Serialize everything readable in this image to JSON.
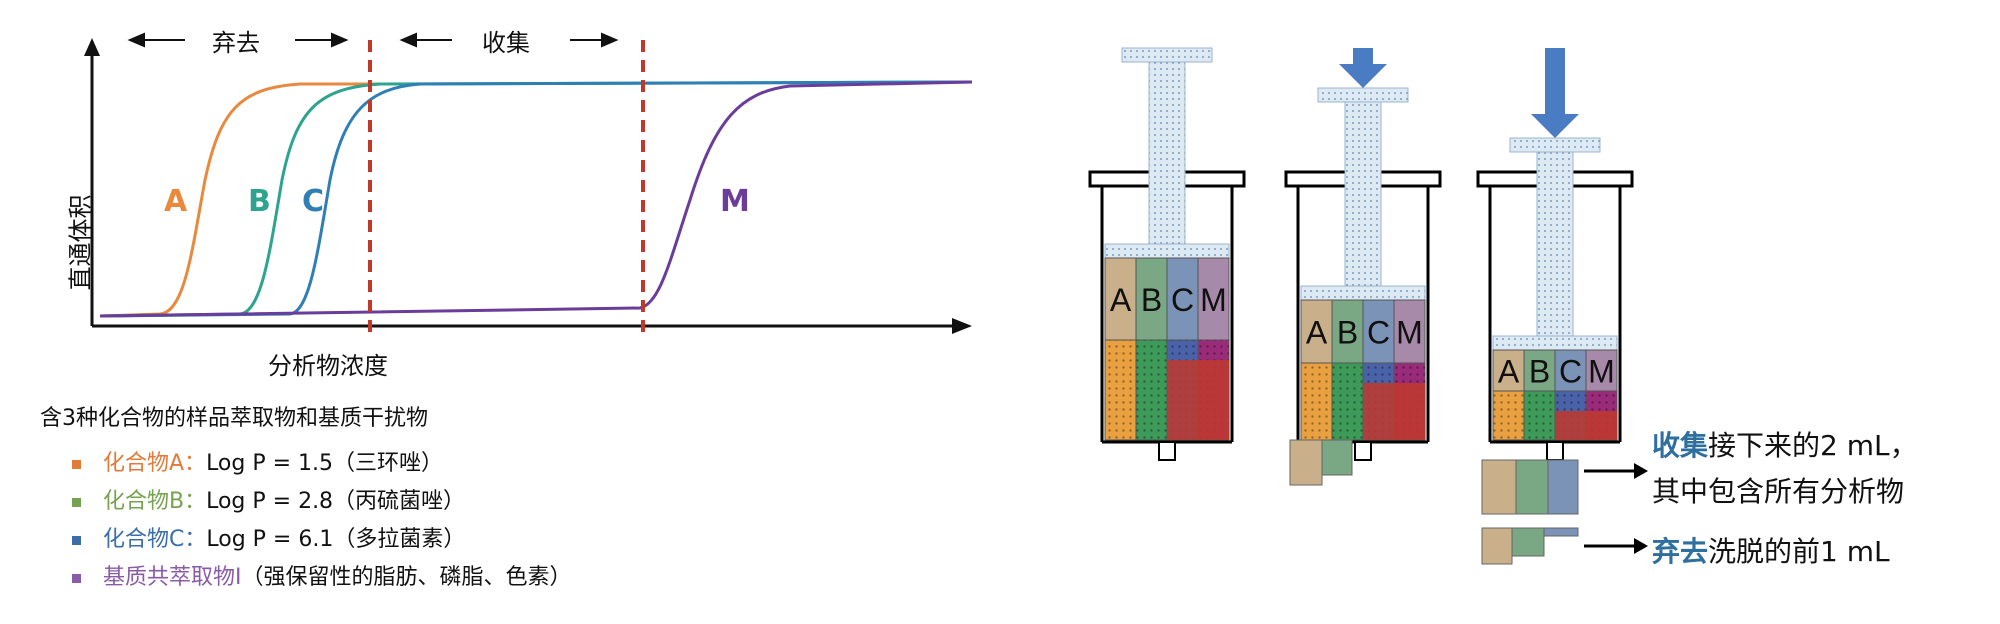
{
  "chart": {
    "top_left_label": "弃去",
    "top_right_label": "收集",
    "ylabel": "直通体积",
    "xlabel": "分析物浓度",
    "curves": [
      {
        "label": "A",
        "color": "#e8893d"
      },
      {
        "label": "B",
        "color": "#2ea38f"
      },
      {
        "label": "C",
        "color": "#2f7fb5"
      },
      {
        "label": "M",
        "color": "#6a3d9a"
      }
    ],
    "cutoff_color": "#c0392b"
  },
  "sample_title": "含3种化合物的样品萃取物和基质干扰物",
  "legend": [
    {
      "name": "化合物A：",
      "rest": "Log P = 1.5（三环唑）",
      "color": "#e07b39"
    },
    {
      "name": "化合物B：",
      "rest": "Log P = 2.8（丙硫菌唑）",
      "color": "#77a351"
    },
    {
      "name": "化合物C：",
      "rest": "Log P = 6.1（多拉菌素）",
      "color": "#3b6ea8"
    },
    {
      "name": "基质共萃取物I",
      "rest": "（强保留性的脂肪、磷脂、色素）",
      "color": "#8a5ca8"
    }
  ],
  "syringes": [
    {
      "letters": [
        "A",
        "B",
        "C",
        "M"
      ]
    },
    {
      "letters": [
        "A",
        "B",
        "C",
        "M"
      ]
    },
    {
      "letters": [
        "A",
        "B",
        "C",
        "M"
      ]
    }
  ],
  "notes": {
    "collect_bold": "收集",
    "collect_rest": "接下来的2 mL，",
    "collect_line2": "其中包含所有分析物",
    "discard_bold": "弃去",
    "discard_rest": "洗脱的前1 mL"
  },
  "colors": {
    "tan": "#c9b08a",
    "green": "#7aa784",
    "blue": "#7a93b6",
    "purple": "#a789aa",
    "orange": "#e8a040",
    "dgreen": "#3d9a59",
    "dblue": "#4a62a8",
    "magenta": "#9a2a7a",
    "red": "#c0392b",
    "arrow": "#4a7cc4"
  }
}
